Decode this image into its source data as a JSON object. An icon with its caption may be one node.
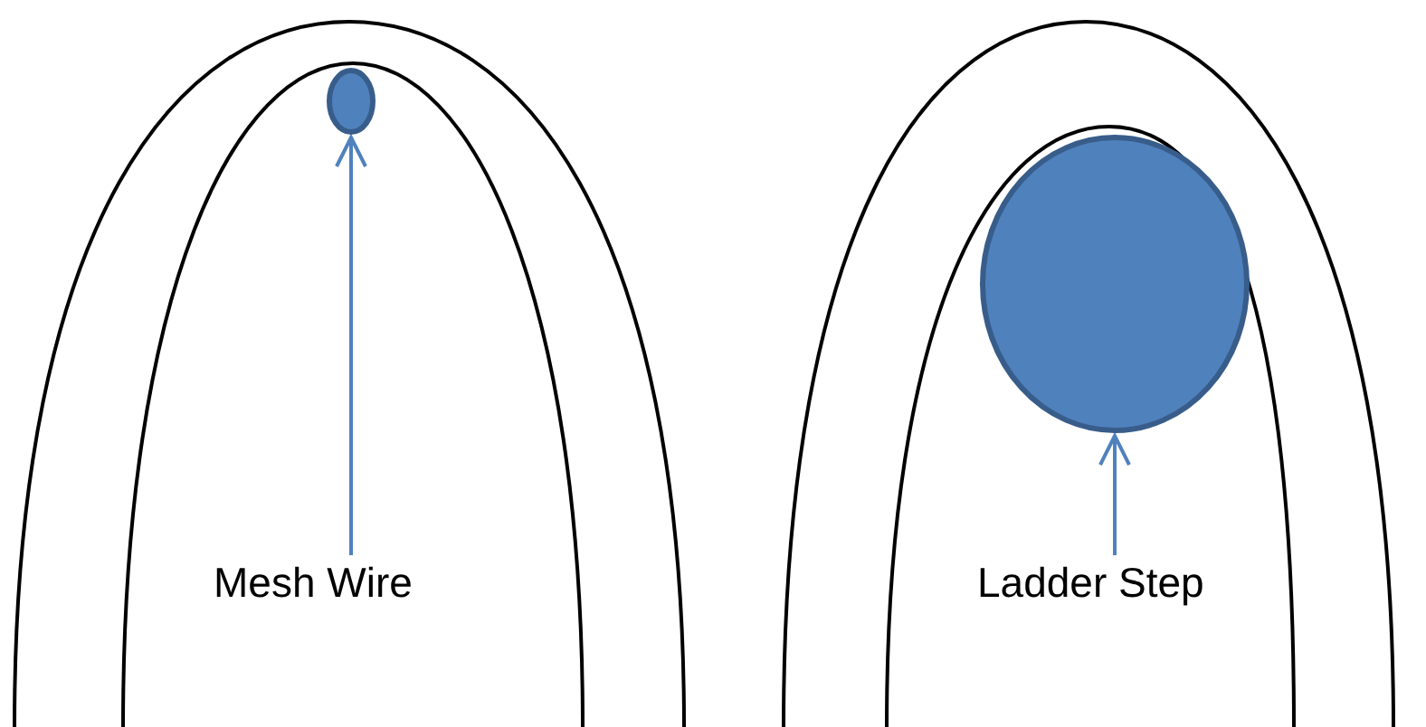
{
  "diagram": {
    "nodes": [
      {
        "text": [
          "Mesh Wire"
        ]
      },
      {
        "text": [],
        "shape": "ellipse"
      },
      {
        "text": [
          "Ladder Step"
        ]
      },
      {
        "text": [],
        "shape": "ellipse"
      }
    ],
    "edges": [
      {
        "from": 0,
        "to": 1,
        "arrow": "to"
      },
      {
        "from": 2,
        "to": 3,
        "arrow": "to"
      }
    ]
  }
}
